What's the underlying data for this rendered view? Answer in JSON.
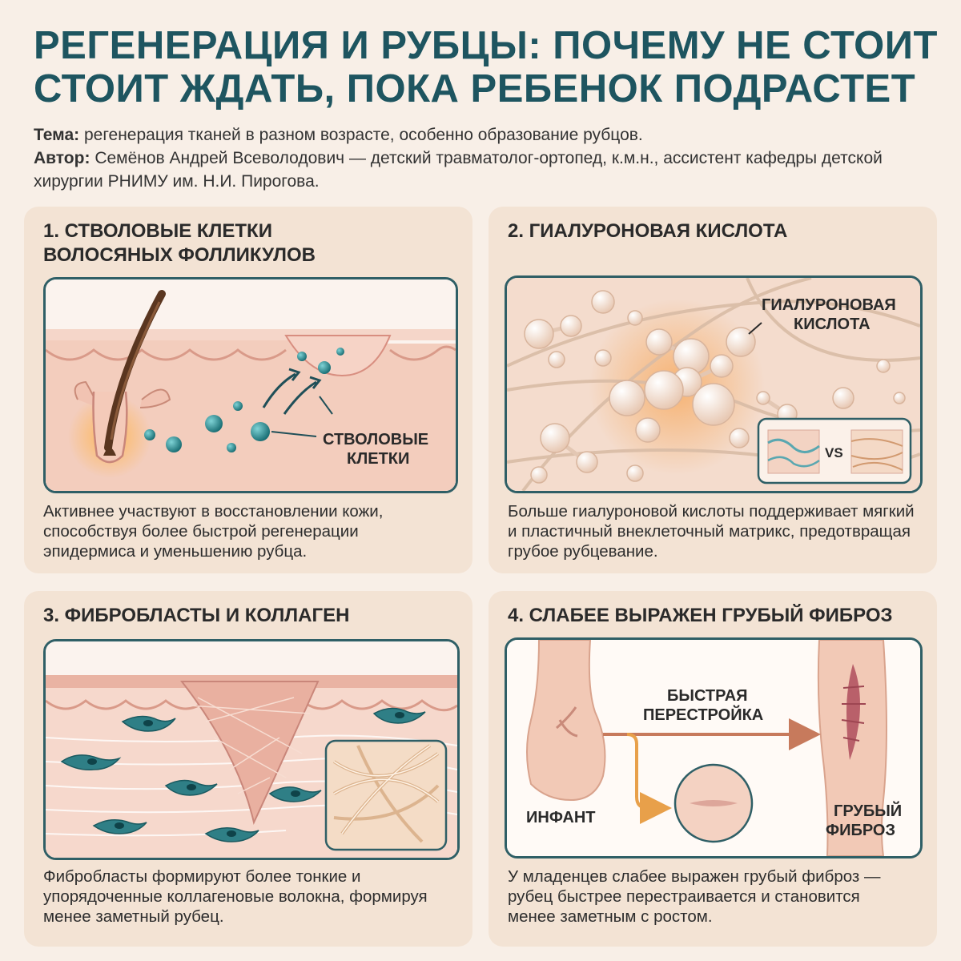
{
  "title": {
    "line1": "РЕГЕНЕРАЦИЯ И РУБЦЫ: ПОЧЕМУ НЕ СТОИТ",
    "line2": "СТОИТ ЖДАТЬ, ПОКА РЕБЕНОК ПОДРАСТЕТ"
  },
  "meta": {
    "topic_label": "Тема:",
    "topic_text": "регенерация тканей в разном возрасте, особенно образование рубцов.",
    "author_label": "Автор:",
    "author_text": "Семёнов Андрей Всеволодович — детский травматолог-ортопед, к.м.н., ассистент кафедры детской хирургии РНИМУ им. Н.И. Пирогова."
  },
  "cards": [
    {
      "title_line1": "1. СТВОЛОВЫЕ КЛЕТКИ",
      "title_line2": "ВОЛОСЯНЫХ ФОЛЛИКУЛОВ",
      "label_line1": "СТВОЛОВЫЕ",
      "label_line2": "КЛЕТКИ",
      "text": "Активнее участвуют в восстановлении кожи, способствуя более быстрой регенерации эпидермиса и уменьшению рубца."
    },
    {
      "title": "2. ГИАЛУРОНОВАЯ КИСЛОТА",
      "label_line1": "ГИАЛУРОНОВАЯ",
      "label_line2": "КИСЛОТА",
      "vs": "VS",
      "text": "Больше гиалуроновой кислоты поддерживает мягкий и пластичный внеклеточный матрикс, предотвращая грубое рубцевание."
    },
    {
      "title": "3. ФИБРОБЛАСТЫ И КОЛЛАГЕН",
      "text": "Фибробласты формируют более тонкие и упорядоченные коллагеновые волокна, формируя менее заметный рубец."
    },
    {
      "title": "4. СЛАБЕЕ ВЫРАЖЕН ГРУБЫЙ ФИБРОЗ",
      "arrow_line1": "БЫСТРАЯ",
      "arrow_line2": "ПЕРЕСТРОЙКА",
      "infant": "ИНФАНТ",
      "fibrosis_line1": "ГРУБЫЙ",
      "fibrosis_line2": "ФИБРОЗ",
      "text": "У младенцев слабее выражен грубый фиброз — рубец быстрее перестраивается и становится менее заметным с ростом."
    }
  ],
  "colors": {
    "accent": "#1e5560",
    "background": "#f8efe7",
    "card": "#f3e3d4",
    "skin": "#f2c8b8",
    "cell": "#1f7f86",
    "arrow_orange": "#e8a04a"
  }
}
